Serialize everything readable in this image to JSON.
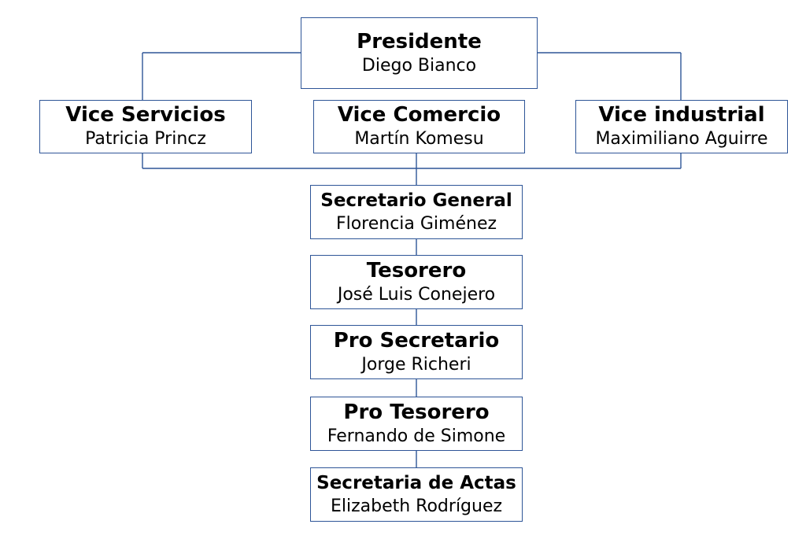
{
  "colors": {
    "border": "#2e5597",
    "text": "#000000",
    "background": "#ffffff"
  },
  "nodes": [
    {
      "id": "presidente",
      "role": "Presidente",
      "name": "Diego Bianco"
    },
    {
      "id": "vice_servicios",
      "role": "Vice Servicios",
      "name": "Patricia Princz"
    },
    {
      "id": "vice_comercio",
      "role": "Vice Comercio",
      "name": "Martín Komesu"
    },
    {
      "id": "vice_industrial",
      "role": "Vice industrial",
      "name": "Maximiliano Aguirre"
    },
    {
      "id": "secretario_general",
      "role": "Secretario General",
      "name": "Florencia Giménez"
    },
    {
      "id": "tesorero",
      "role": "Tesorero",
      "name": "José Luis Conejero"
    },
    {
      "id": "pro_secretario",
      "role": "Pro Secretario",
      "name": "Jorge Richeri"
    },
    {
      "id": "pro_tesorero",
      "role": "Pro Tesorero",
      "name": "Fernando de Simone"
    },
    {
      "id": "secretaria_de_actas",
      "role": "Secretaria de Actas",
      "name": "Elizabeth Rodríguez"
    }
  ],
  "edges": [
    [
      "presidente",
      "vice_servicios"
    ],
    [
      "presidente",
      "vice_industrial"
    ],
    [
      "vice_servicios",
      "secretario_general"
    ],
    [
      "vice_comercio",
      "secretario_general"
    ],
    [
      "vice_industrial",
      "secretario_general"
    ],
    [
      "secretario_general",
      "tesorero"
    ],
    [
      "tesorero",
      "pro_secretario"
    ],
    [
      "pro_secretario",
      "pro_tesorero"
    ],
    [
      "pro_tesorero",
      "secretaria_de_actas"
    ]
  ]
}
